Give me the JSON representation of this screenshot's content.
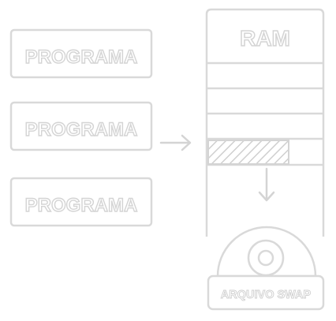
{
  "programs": [
    {
      "label": "PROGRAMA"
    },
    {
      "label": "PROGRAMA"
    },
    {
      "label": "PROGRAMA"
    }
  ],
  "ram": {
    "title": "RAM"
  },
  "swap": {
    "label": "ARQUIVO SWAP"
  },
  "colors": {
    "stroke": "#d9d9d9",
    "text": "#cfcfcf",
    "background": "#ffffff"
  }
}
